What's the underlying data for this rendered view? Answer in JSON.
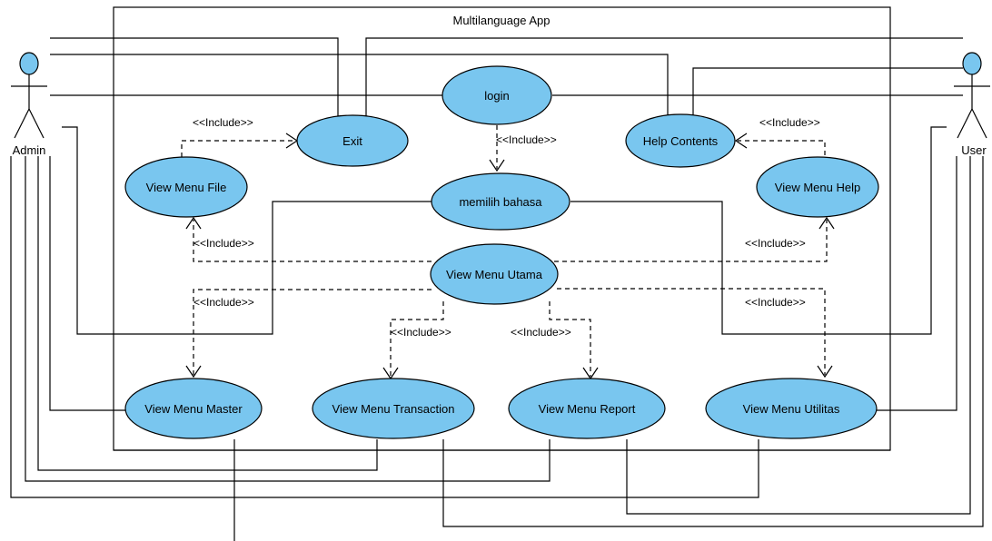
{
  "system": {
    "title": "Multilanguage App"
  },
  "actors": {
    "admin": "Admin",
    "user": "User"
  },
  "use_cases": {
    "login": "login",
    "exit": "Exit",
    "help_contents": "Help Contents",
    "memilih_bahasa": "memilih bahasa",
    "view_menu_file": "View Menu File",
    "view_menu_help": "View Menu Help",
    "view_menu_utama": "View Menu Utama",
    "view_menu_master": "View Menu Master",
    "view_menu_transaction": "View Menu Transaction",
    "view_menu_report": "View Menu Report",
    "view_menu_utilitas": "View Menu Utilitas"
  },
  "relations": {
    "include_label": "<<Include>>"
  },
  "colors": {
    "use_case_fill": "#79c6ef",
    "line": "#000000",
    "background": "#ffffff"
  }
}
